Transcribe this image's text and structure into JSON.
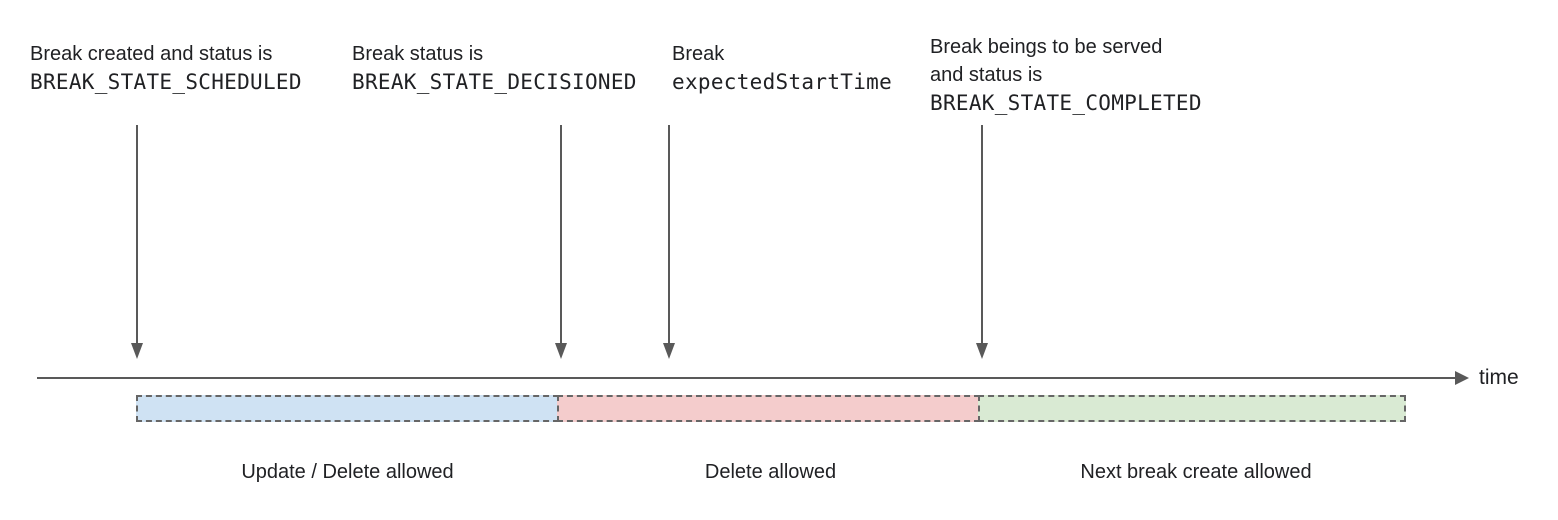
{
  "colors": {
    "segment_update_delete": "#cfe2f3",
    "segment_delete": "#f4cccc",
    "segment_next_create": "#d9ead3",
    "arrow_gray": "#595959",
    "dash_border": "#666666",
    "text": "#202124"
  },
  "annotations": [
    {
      "line1": "Break created and status is",
      "code": "BREAK_STATE_SCHEDULED"
    },
    {
      "line1": "Break status is",
      "code": "BREAK_STATE_DECISIONED"
    },
    {
      "line1": "Break",
      "code": "expectedStartTime"
    },
    {
      "line1": "Break beings to be served",
      "line2": "and status is",
      "code": "BREAK_STATE_COMPLETED"
    }
  ],
  "timeline": {
    "axis_label": "time"
  },
  "segments": [
    {
      "label": "Update / Delete allowed",
      "color": "#cfe2f3"
    },
    {
      "label": "Delete allowed",
      "color": "#f4cccc"
    },
    {
      "label": "Next break create allowed",
      "color": "#d9ead3"
    }
  ]
}
